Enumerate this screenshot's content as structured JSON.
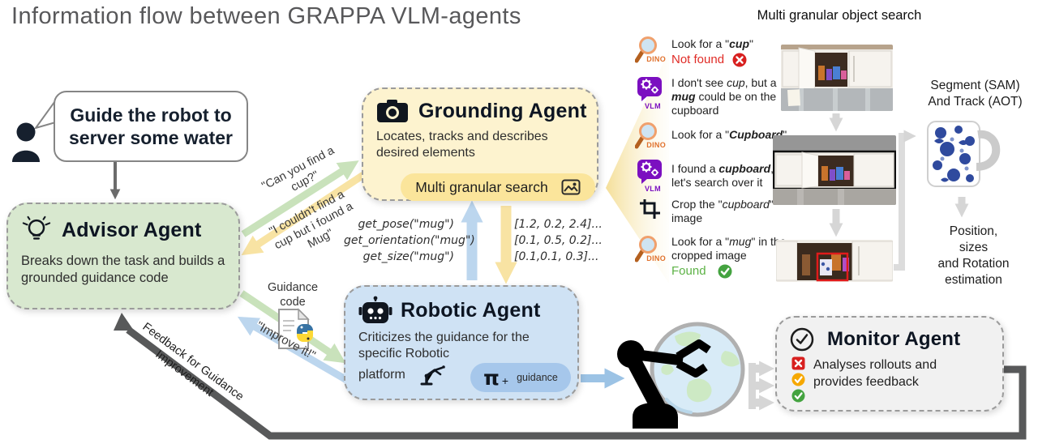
{
  "title": "Information flow between GRAPPA VLM-agents",
  "user_request": "Guide the robot to server some water",
  "advisor": {
    "title": "Advisor Agent",
    "desc": "Breaks down the task and builds a grounded guidance code"
  },
  "grounding": {
    "title": "Grounding Agent",
    "desc": "Locates, tracks and describes desired elements",
    "pill": "Multi granular search"
  },
  "robotic": {
    "title": "Robotic Agent",
    "desc_a": "Criticizes the guidance for the\nspecific Robotic",
    "desc_b": "platform",
    "pi": "π",
    "plus": "+",
    "pill_label": "guidance"
  },
  "monitor": {
    "title": "Monitor Agent",
    "desc": "Analyses rollouts and provides feedback"
  },
  "flow_labels": {
    "ask": "\"Can you find a\ncup?\"",
    "answer": "\"I couldn't find a\ncup but i found a\nMug\"",
    "calls": [
      "get_pose(\"mug\")",
      "get_orientation(\"mug\")",
      "get_size(\"mug\")"
    ],
    "returns": [
      "[1.2, 0.2, 2.4]...",
      "[0.1, 0.5, 0.2]...",
      "[0.1,0.1, 0.3]..."
    ],
    "guidance_code": "Guidance\ncode",
    "improve": "\"Improve it!\"",
    "feedback": "Feedback for Guidance\nImprovement"
  },
  "search": {
    "title": "Multi granular object search",
    "dino_label": "DINO",
    "vlm_label": "VLM",
    "steps": [
      {
        "p1": "Look for a \"",
        "p2": "cup",
        "p3": "\"",
        "status": "Not found"
      },
      {
        "p1": "I don't see ",
        "p2": "cup",
        "p3": ", but a ",
        "p4": "mug",
        "p5": " could be on the cupboard"
      },
      {
        "p1": "Look for a \"",
        "p2": "Cupboard",
        "p3": "\""
      },
      {
        "p1": "I found a ",
        "p2": "cupboard",
        "p3": ", let's search over it"
      },
      {
        "p1": "Crop the \"",
        "p2": "cupboard",
        "p3": "\" image"
      },
      {
        "p1": "Look for a \"",
        "p2": "mug",
        "p3": "\" in the cropped image",
        "status": "Found"
      }
    ],
    "segment": "Segment (SAM)\nAnd Track (AOT)",
    "position": "Position,\nsizes\nand Rotation\nestimation"
  },
  "colors": {
    "advisor_green": "#d8e8cf",
    "grounding_yellow": "#fdf3cf",
    "grounding_pill_yellow": "#fbe59b",
    "robotic_blue": "#cfe2f4",
    "robotic_pill_blue": "#a6c7eb",
    "monitor_gray": "#f1f1f1",
    "arrow_green": "#c9e2bb",
    "arrow_yellow": "#f8e3a3",
    "arrow_blue": "#bcd6ee",
    "feedback_dark": "#58595a",
    "dino_orange": "#e0712c",
    "vlm_purple": "#7b0fc0",
    "not_found_red": "#e02b26",
    "found_green": "#5cb245"
  }
}
